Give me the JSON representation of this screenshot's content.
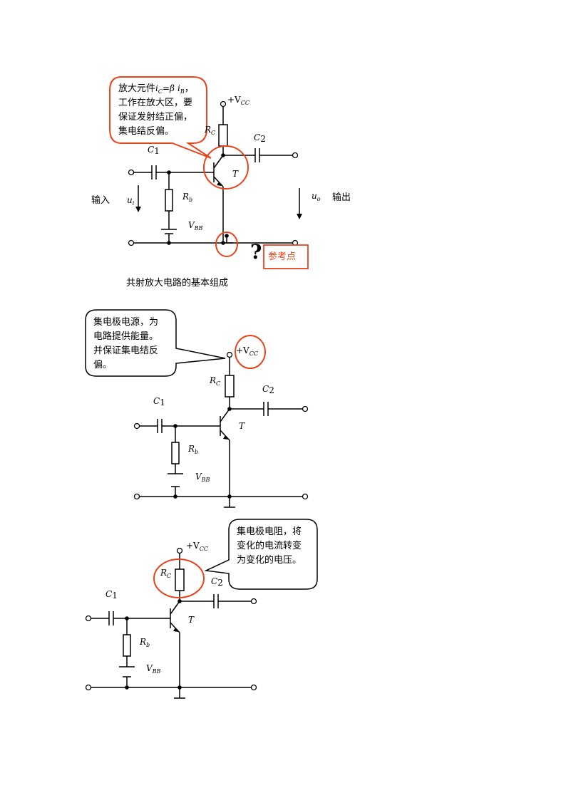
{
  "page": {
    "background": "#ffffff",
    "accent": "#e8441c"
  },
  "figure1": {
    "callout_lines": [
      "放大元件",
      "，",
      "工作在放大区，要",
      "保证发射结正偏，",
      "集电结反偏。"
    ],
    "formula": {
      "i": "i",
      "C": "C",
      "eq": "=",
      "beta": "β",
      "iB": "i",
      "B": "B"
    },
    "labels": {
      "vcc_plus": "+V",
      "vcc_sub": "CC",
      "rc": "R",
      "rc_sub": "C",
      "c2": "C",
      "c2_sub": "2",
      "c1": "C",
      "c1_sub": "1",
      "t": "T",
      "rb": "R",
      "rb_sub": "b",
      "vbb": "V",
      "vbb_sub": "BB",
      "ui": "u",
      "ui_sub": "i",
      "uo": "u",
      "uo_sub": "o",
      "input": "输入",
      "output": "输出",
      "reference": "参考点",
      "question_mark": "?"
    },
    "caption": "共射放大电路的基本组成"
  },
  "figure2": {
    "callout_lines": [
      "集电极电源，为",
      "电路提供能量。",
      "并保证集电结反",
      "偏。"
    ],
    "labels": {
      "vcc_plus": "+V",
      "vcc_sub": "CC",
      "rc": "R",
      "rc_sub": "C",
      "c2": "C",
      "c2_sub": "2",
      "c1": "C",
      "c1_sub": "1",
      "t": "T",
      "rb": "R",
      "rb_sub": "b",
      "vbb": "V",
      "vbb_sub": "BB"
    }
  },
  "figure3": {
    "callout_lines": [
      "集电极电阻，将",
      "变化的电流转变",
      "为变化的电压。"
    ],
    "labels": {
      "vcc_plus": "+V",
      "vcc_sub": "CC",
      "rc": "R",
      "rc_sub": "C",
      "c2": "C",
      "c2_sub": "2",
      "c1": "C",
      "c1_sub": "1",
      "t": "T",
      "rb": "R",
      "rb_sub": "b",
      "vbb": "V",
      "vbb_sub": "BB"
    }
  }
}
